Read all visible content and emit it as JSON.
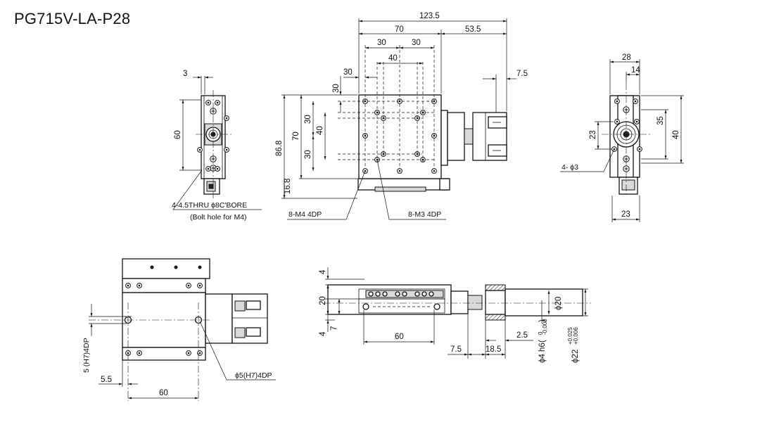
{
  "title": "PG715V-LA-P28",
  "top_view": {
    "dims": {
      "overall": "123.5",
      "w70": "70",
      "w53": "53.5",
      "a30": "30",
      "b30": "30",
      "c40": "40",
      "left30": "30",
      "right7": "7.5"
    },
    "vdims": {
      "v30top": "30",
      "v30a": "30",
      "v40": "40",
      "v30b": "30",
      "v70": "70",
      "v868": "86.8",
      "v168": "16.8"
    },
    "callouts": {
      "m4": "8-M4 4DP",
      "m3": "8-M3 4DP"
    }
  },
  "left_view": {
    "dims": {
      "d3": "3",
      "d60": "60"
    },
    "callout_line1": "4-4.5THRU ϕ8C'BORE",
    "callout_line2": "(Bolt hole for M4)"
  },
  "right_view": {
    "dims": {
      "d28": "28",
      "d14": "14",
      "d35": "35",
      "d40": "40",
      "d23v": "23",
      "d23h": "23"
    },
    "callout": "4- ϕ3"
  },
  "bottom_view": {
    "dims": {
      "d5h7": "5 (H7)4DP",
      "d55": "5.5",
      "d60": "60"
    },
    "callout": "ϕ5(H7)4DP"
  },
  "side_view": {
    "dims": {
      "d4a": "4",
      "d20": "20",
      "d7": "7",
      "d4b": "4",
      "d60": "60",
      "d75": "7.5",
      "d185": "18.5",
      "d25": "2.5"
    },
    "phi20": "ϕ20",
    "phi4": "ϕ4 h6(",
    "phi4_tol_top": "0",
    "phi4_tol_bot": "-0.008",
    "phi4_close": ")",
    "phi22": "ϕ22",
    "phi22_tol_top": "+0.025",
    "phi22_tol_bot": "+0.006"
  }
}
